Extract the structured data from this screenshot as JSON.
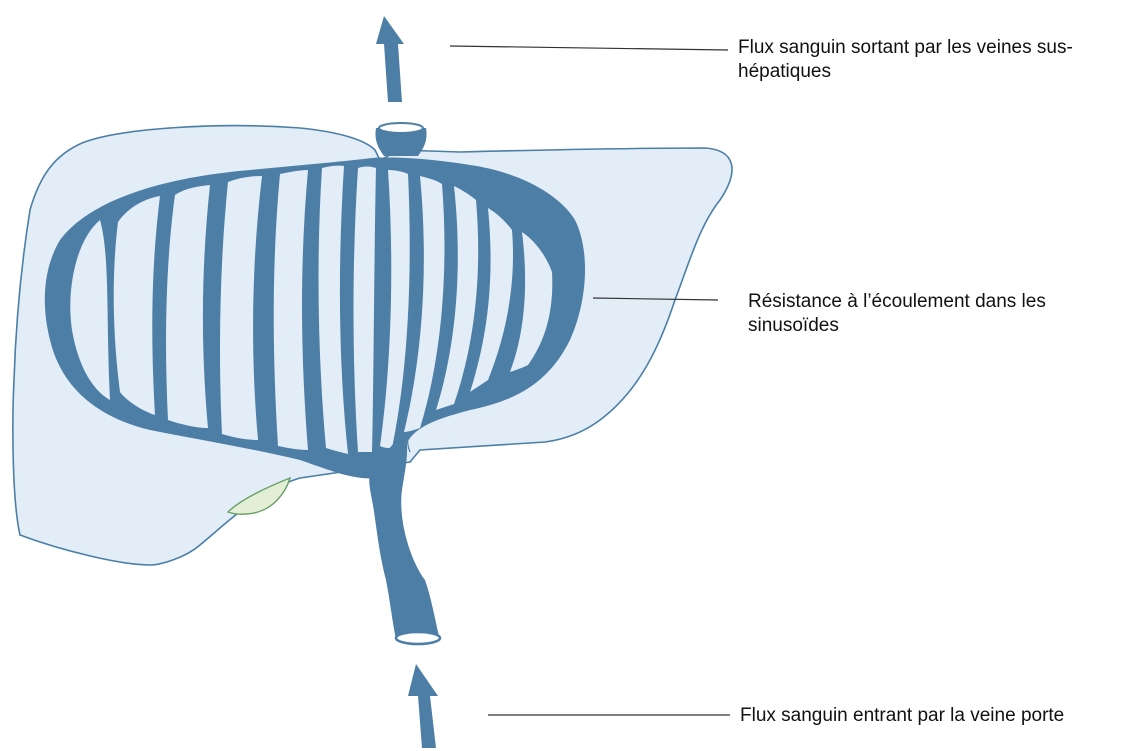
{
  "labels": {
    "outflow": {
      "line1": "Flux sanguin sortant par les veines sus-",
      "line2": "hépatiques"
    },
    "resistance": {
      "line1": "Résistance à l’écoulement dans les",
      "line2": "sinusoïdes"
    },
    "inflow": {
      "line1": "Flux sanguin entrant par la veine porte"
    }
  },
  "colors": {
    "liver_fill": "#e3edf8",
    "liver_outline": "#4a7fa6",
    "vessel": "#4d7fa6",
    "sinusoid_gap": "#e3edf8",
    "gallbladder": "#e2efd4",
    "leader_line": "#333333"
  }
}
